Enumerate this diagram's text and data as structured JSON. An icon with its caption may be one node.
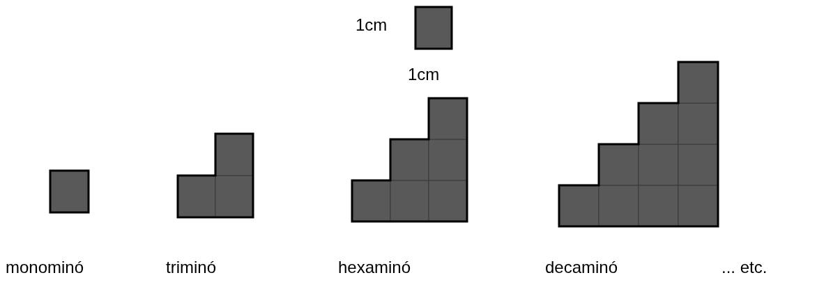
{
  "diagram": {
    "labels": [
      "1cm",
      "1cm",
      "monominó",
      "triminó",
      "hexaminó",
      "decaminó",
      "... etc."
    ]
  }
}
